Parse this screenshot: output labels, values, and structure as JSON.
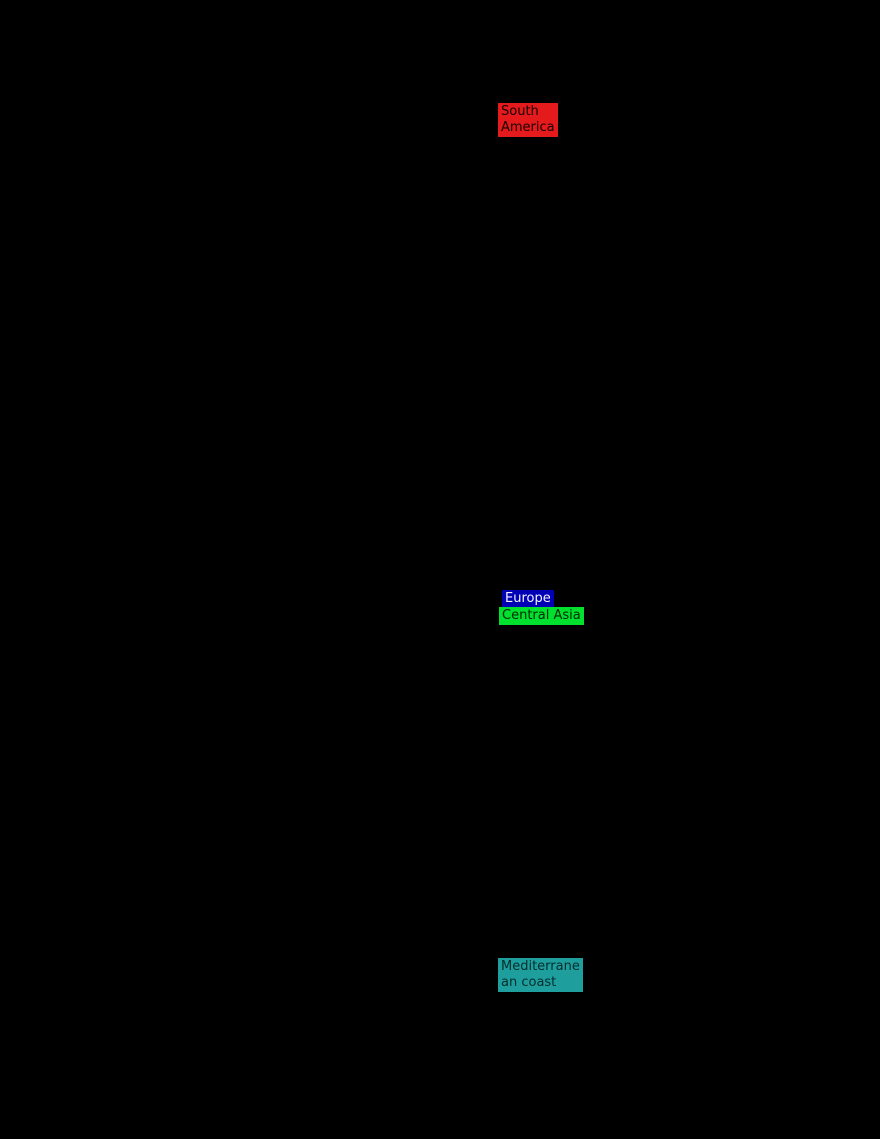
{
  "figure": {
    "background": "#000000",
    "description": "Region-annotated figure on black background"
  },
  "labels": [
    {
      "id": "south-america",
      "text": "South\nAmerica",
      "bg": "#e41a1c",
      "fg": "#1a0000"
    },
    {
      "id": "europe",
      "text": "Europe",
      "bg": "#0000b4",
      "fg": "#f2f2ff"
    },
    {
      "id": "central-asia",
      "text": "Central Asia",
      "bg": "#00e02e",
      "fg": "#002a00"
    },
    {
      "id": "mediterranean-coast",
      "text": "Mediterrane\nan coast",
      "bg": "#1f9e9e",
      "fg": "#002f2d"
    }
  ]
}
